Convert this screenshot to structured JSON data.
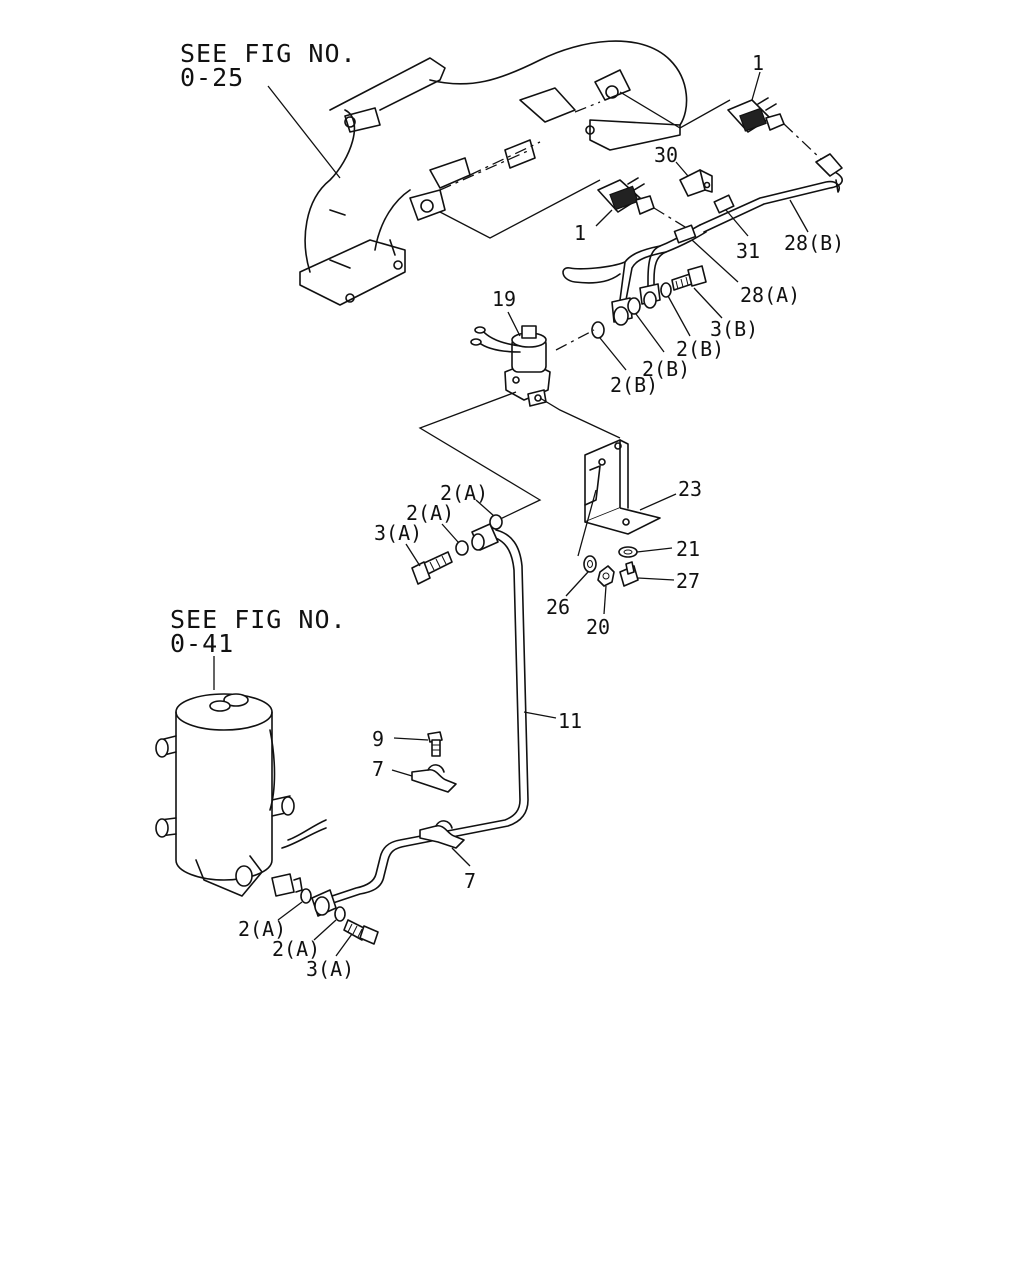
{
  "references": {
    "upper_see_line1": "SEE FIG NO.",
    "upper_see_line2": "0-25",
    "lower_see_line1": "SEE FIG NO.",
    "lower_see_line2": "0-41"
  },
  "callouts": {
    "c1_top": "1",
    "c1_mid": "1",
    "c30": "30",
    "c31": "31",
    "c28b": "28(B)",
    "c28a": "28(A)",
    "c3b": "3(B)",
    "c2b_1": "2(B)",
    "c2b_2": "2(B)",
    "c2b_3": "2(B)",
    "c19": "19",
    "c23": "23",
    "c21": "21",
    "c27": "27",
    "c26": "26",
    "c20": "20",
    "c2a_1": "2(A)",
    "c2a_2": "2(A)",
    "c3a_1": "3(A)",
    "c11": "11",
    "c9": "9",
    "c7_1": "7",
    "c7_2": "7",
    "c2a_3": "2(A)",
    "c2a_4": "2(A)",
    "c3a_2": "3(A)"
  }
}
